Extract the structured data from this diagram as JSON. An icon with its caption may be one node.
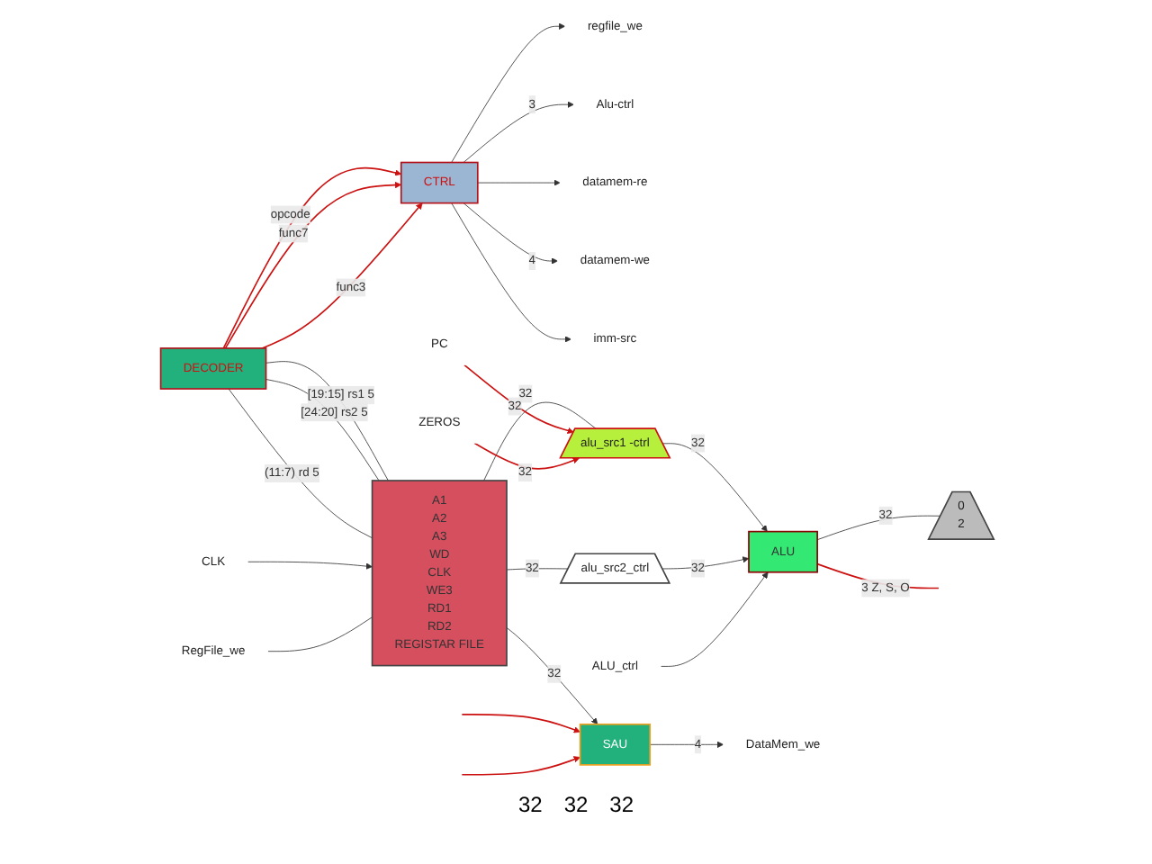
{
  "diagram": {
    "nodes": [
      {
        "text": [
          "CTRL"
        ]
      },
      {
        "text": [
          "regfile_we"
        ]
      },
      {
        "text": [
          "Alu-ctrl"
        ]
      },
      {
        "text": [
          "datamem-re"
        ]
      },
      {
        "text": [
          "datamem-we"
        ]
      },
      {
        "text": [
          "imm-src"
        ]
      },
      {
        "text": [
          "DECODER"
        ]
      },
      {
        "text": [
          "A1",
          "A2",
          "A3",
          "WD",
          "CLK",
          "WE3",
          "RD1",
          "RD2",
          "REGISTAR FILE"
        ]
      },
      {
        "text": [
          "CLK"
        ]
      },
      {
        "text": [
          "RegFile_we"
        ]
      },
      {
        "text": [
          "alu_src1 -ctrl"
        ]
      },
      {
        "text": [
          "PC"
        ]
      },
      {
        "text": [
          "ZEROS"
        ]
      },
      {
        "text": [
          "alu_src2_ctrl"
        ]
      },
      {
        "text": [
          "ALU"
        ]
      },
      {
        "text": [
          "ALU_ctrl"
        ]
      },
      {
        "text": [
          "SAU"
        ]
      },
      {
        "text": [
          "DataMem_we"
        ]
      },
      {
        "text": [
          "0",
          "2"
        ]
      }
    ],
    "edges": [
      {
        "from": 0,
        "to": 1,
        "arrow": "to"
      },
      {
        "from": 0,
        "to": 2,
        "arrow": "to",
        "label": "3"
      },
      {
        "from": 0,
        "to": 3,
        "arrow": "to"
      },
      {
        "from": 0,
        "to": 4,
        "arrow": "to",
        "label": "4"
      },
      {
        "from": 0,
        "to": 5,
        "arrow": "to"
      },
      {
        "from": 6,
        "to": 0,
        "arrow": "to",
        "label": "opcode",
        "color": "#cc1111"
      },
      {
        "from": 6,
        "to": 0,
        "arrow": "to",
        "label": "func7",
        "color": "#cc1111"
      },
      {
        "from": 6,
        "to": 0,
        "arrow": "to",
        "label": "func3",
        "color": "#cc1111"
      },
      {
        "from": 6,
        "to": 7,
        "arrow": "none",
        "label": "[19:15] rs1 5"
      },
      {
        "from": 6,
        "to": 7,
        "arrow": "none",
        "label": "[24:20] rs2 5"
      },
      {
        "from": 6,
        "to": 7,
        "arrow": "none",
        "label": "(11:7) rd 5"
      },
      {
        "from": 8,
        "to": 7,
        "arrow": "to"
      },
      {
        "from": 9,
        "to": 7,
        "arrow": "none"
      },
      {
        "from": 7,
        "to": 10,
        "arrow": "none",
        "label": "32"
      },
      {
        "from": 11,
        "to": 10,
        "arrow": "to",
        "label": "32",
        "color": "#cc1111"
      },
      {
        "from": 12,
        "to": 10,
        "arrow": "to",
        "label": "32",
        "color": "#cc1111"
      },
      {
        "from": 10,
        "to": 14,
        "arrow": "to",
        "label": "32"
      },
      {
        "from": 7,
        "to": 13,
        "arrow": "none",
        "label": "32"
      },
      {
        "from": 13,
        "to": 14,
        "arrow": "to",
        "label": "32"
      },
      {
        "from": 7,
        "to": 16,
        "arrow": "to",
        "label": "32"
      },
      {
        "from": 15,
        "to": 14,
        "arrow": "to"
      },
      {
        "from": 14,
        "to": 18,
        "arrow": "none",
        "label": "32"
      },
      {
        "from": 14,
        "to": null,
        "arrow": "none",
        "label": "3 Z, S, O",
        "color": "#cc1111"
      },
      {
        "from": 16,
        "to": 17,
        "arrow": "to",
        "label": "4"
      },
      {
        "from": null,
        "to": 16,
        "arrow": "to",
        "color": "#cc1111"
      },
      {
        "from": null,
        "to": 16,
        "arrow": "to",
        "color": "#cc1111"
      }
    ],
    "labels": [
      "32",
      "32",
      "32"
    ]
  }
}
